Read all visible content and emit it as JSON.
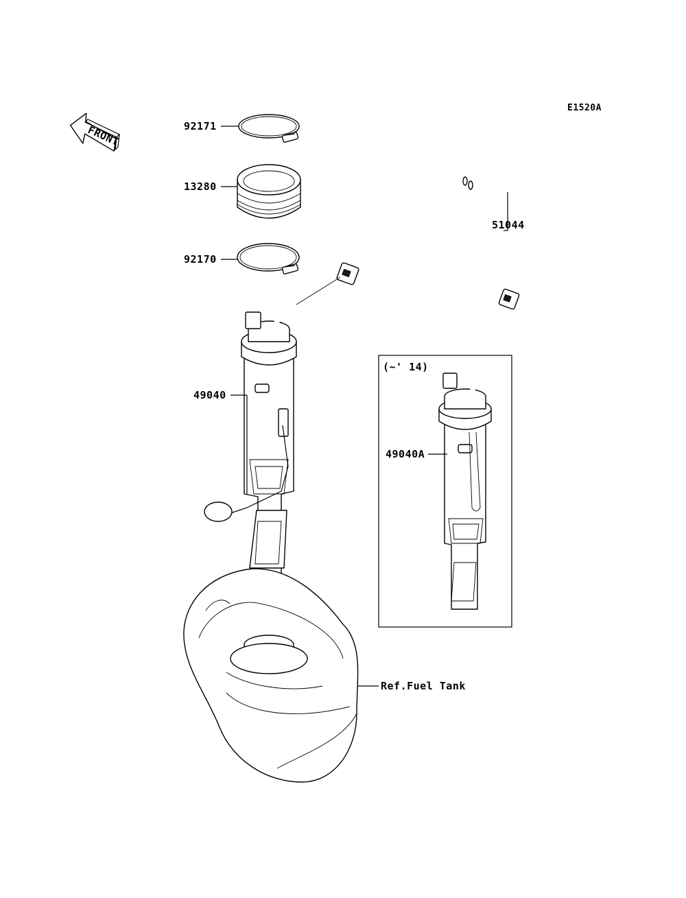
{
  "diagram": {
    "code": "E1520A",
    "front_label": "FRONT",
    "parts": {
      "clamp_upper": "92171",
      "seal": "13280",
      "clamp_lower": "92170",
      "hose": "51044",
      "fuel_pump": "49040",
      "fuel_pump_alt": "49040A"
    },
    "inset_label": "(~' 14)",
    "ref_label": "Ref.Fuel Tank"
  }
}
